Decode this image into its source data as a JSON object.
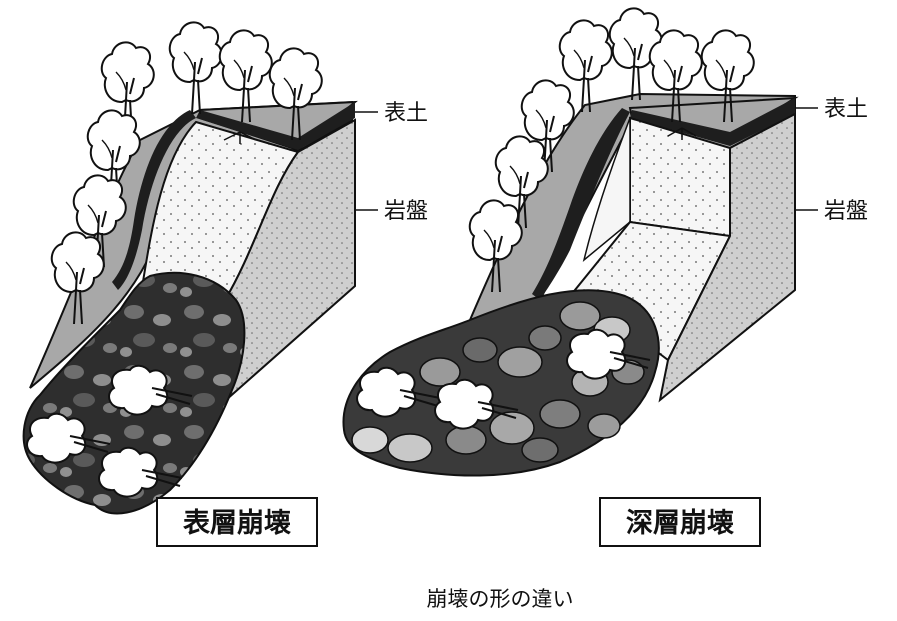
{
  "diagrams": [
    {
      "id": "shallow",
      "layer_labels": {
        "topsoil": "表土",
        "bedrock": "岩盤"
      },
      "type_label": "表層崩壊"
    },
    {
      "id": "deep",
      "layer_labels": {
        "topsoil": "表土",
        "bedrock": "岩盤"
      },
      "type_label": "深層崩壊"
    }
  ],
  "caption": "崩壊の形の違い",
  "colors": {
    "slope": "#a8a8a8",
    "topsoil": "#1e1e1e",
    "bedrock_face": "#f6f6f6",
    "bedrock_side": "#cfcfcf",
    "debris_dark": "#3a3a3a",
    "debris_mid": "#8a8a8a",
    "debris_light": "#c8c8c8",
    "tree": "#ffffff"
  }
}
